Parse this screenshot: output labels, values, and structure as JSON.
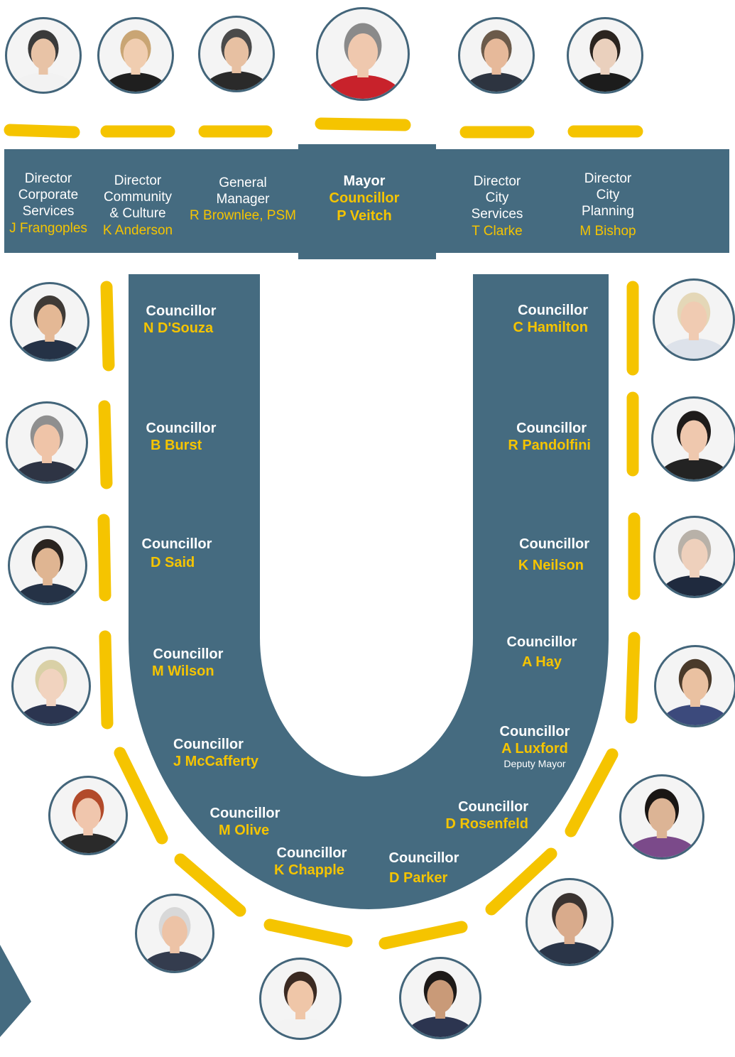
{
  "colors": {
    "table": "#456b80",
    "accent": "#f5c400",
    "portrait_ring": "#43657a",
    "text_light": "#ffffff"
  },
  "staff": [
    {
      "role_lines": [
        "Director",
        "Corporate",
        "Services"
      ],
      "name": "J Frangoples"
    },
    {
      "role_lines": [
        "Director",
        "Community",
        "& Culture"
      ],
      "name": "K Anderson"
    },
    {
      "role_lines": [
        "General",
        "Manager"
      ],
      "name": "R Brownlee, PSM"
    },
    {
      "role_lines": [
        "Mayor",
        "Councillor"
      ],
      "name": "P Veitch"
    },
    {
      "role_lines": [
        "Director",
        "City",
        "Services"
      ],
      "name": "T Clarke"
    },
    {
      "role_lines": [
        "Director",
        "City",
        "Planning"
      ],
      "name": "M Bishop"
    }
  ],
  "councillors": {
    "title": "Councillor",
    "left": [
      "N D'Souza",
      "B Burst",
      "D Said",
      "M Wilson",
      "J McCafferty",
      "M Olive",
      "K Chapple"
    ],
    "right": [
      "C Hamilton",
      "R Pandolfini",
      "K Neilson",
      "A Hay",
      "A Luxford",
      "D Rosenfeld",
      "D Parker"
    ],
    "deputy_note": "Deputy Mayor"
  }
}
